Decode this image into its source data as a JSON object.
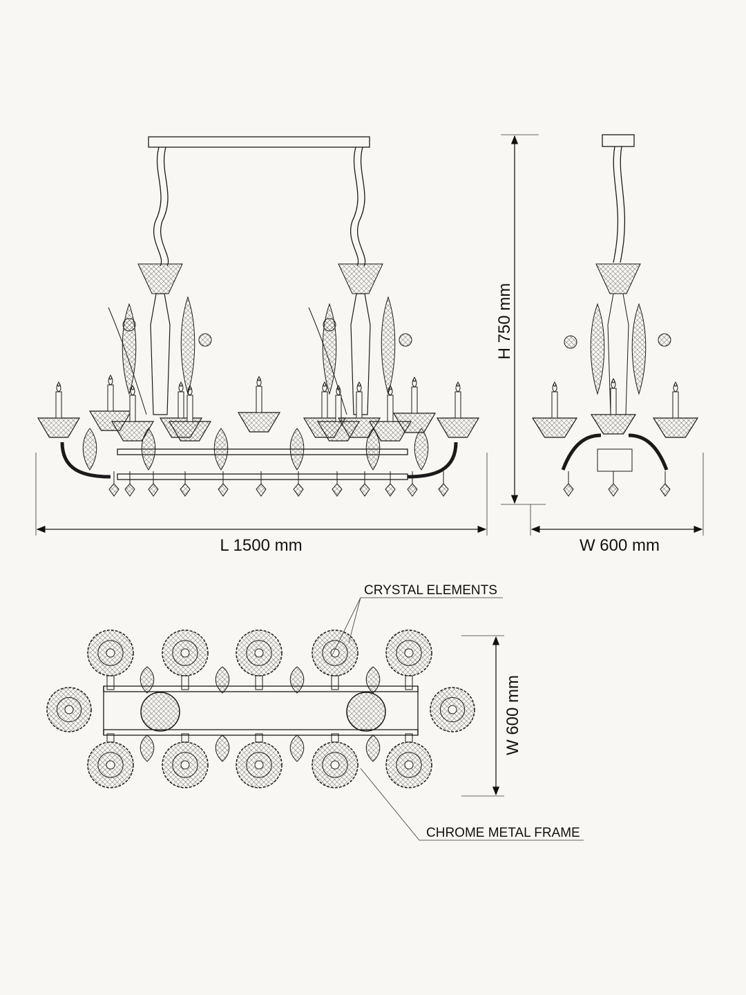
{
  "front_view": {
    "length_label": "L 1500 mm",
    "height_label": "H 750 mm",
    "arms": 12
  },
  "side_view": {
    "width_label": "W 600 mm"
  },
  "top_view": {
    "width_label": "W 600 mm",
    "callouts": {
      "crystal": "CRYSTAL ELEMENTS",
      "frame": "CHROME METAL FRAME"
    }
  },
  "colors": {
    "background": "#f8f7f3",
    "ink": "#1a1a1a"
  }
}
